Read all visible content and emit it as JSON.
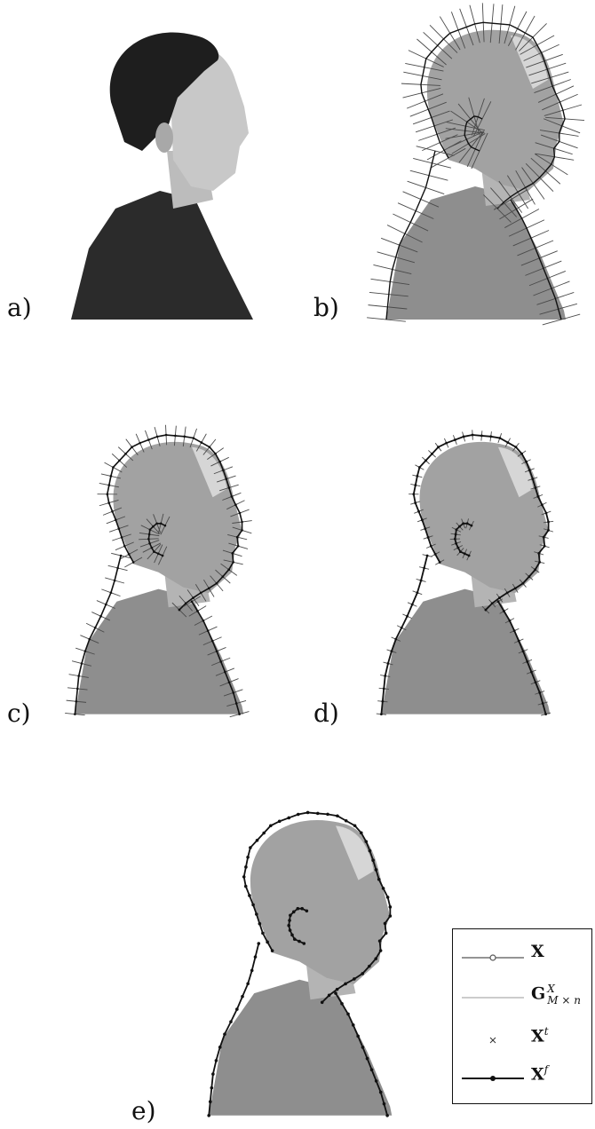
{
  "panels": [
    {
      "id": "a",
      "label": "a)"
    },
    {
      "id": "b",
      "label": "b)"
    },
    {
      "id": "c",
      "label": "c)"
    },
    {
      "id": "d",
      "label": "d)"
    },
    {
      "id": "e",
      "label": "e)"
    }
  ],
  "legend": {
    "items": [
      {
        "symbol": "open-circle-line",
        "base": "X",
        "sup": "",
        "sub": ""
      },
      {
        "symbol": "thin-line",
        "base": "G",
        "sup": "X",
        "sub": "M × n"
      },
      {
        "symbol": "cross-marker",
        "base": "X",
        "sup": "t",
        "sub": ""
      },
      {
        "symbol": "filled-dot-line",
        "base": "X",
        "sup": "f",
        "sub": ""
      }
    ]
  },
  "colors": {
    "photo_dark": "#2a2a2a",
    "photo_gray": "#9a9a9a",
    "contour": "#111111",
    "normals": "#555555"
  }
}
